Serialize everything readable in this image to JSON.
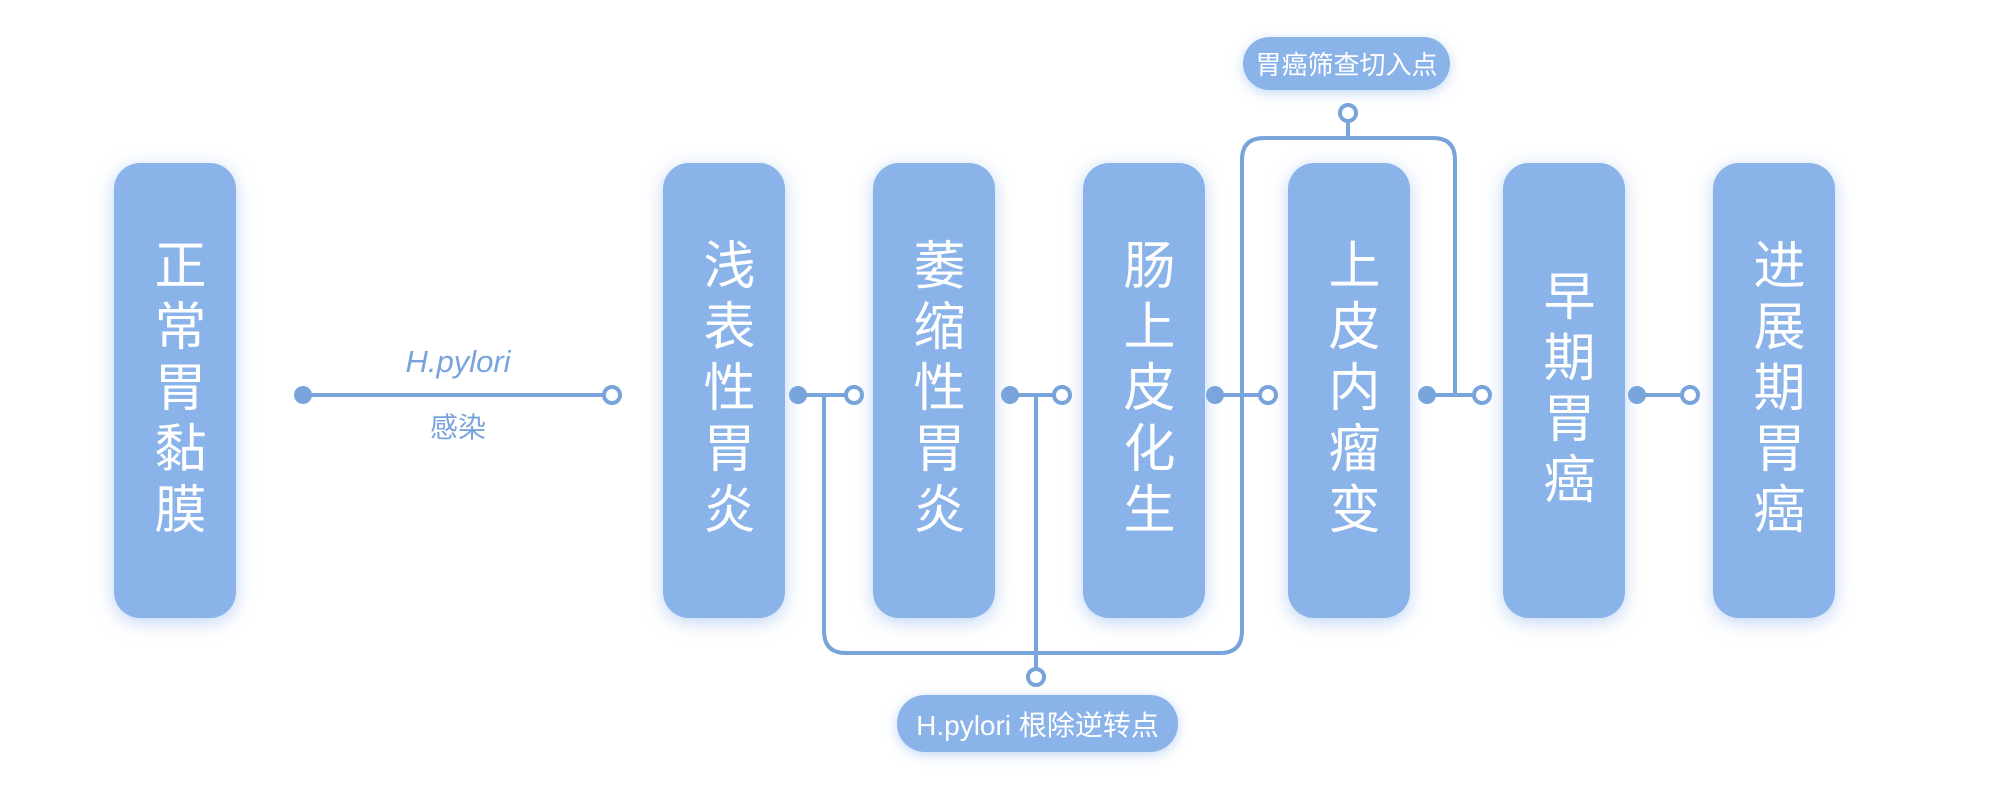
{
  "diagram": {
    "stages": [
      {
        "label": "正常胃黏膜"
      },
      {
        "label": "浅表性胃炎"
      },
      {
        "label": "萎缩性胃炎"
      },
      {
        "label": "肠上皮化生"
      },
      {
        "label": "上皮内瘤变"
      },
      {
        "label": "早期胃癌"
      },
      {
        "label": "进展期胃癌"
      }
    ],
    "transition_label": {
      "line1": "H.pylori",
      "line2": "感染"
    },
    "annotations": {
      "top": "胃癌筛查切入点",
      "bottom": "H.pylori 根除逆转点"
    }
  },
  "colors": {
    "nodeFill": "#8ab3e9",
    "line": "#78a4db",
    "nodeText": "#ffffff",
    "labelText": "#78a4db",
    "background": "#ffffff"
  }
}
